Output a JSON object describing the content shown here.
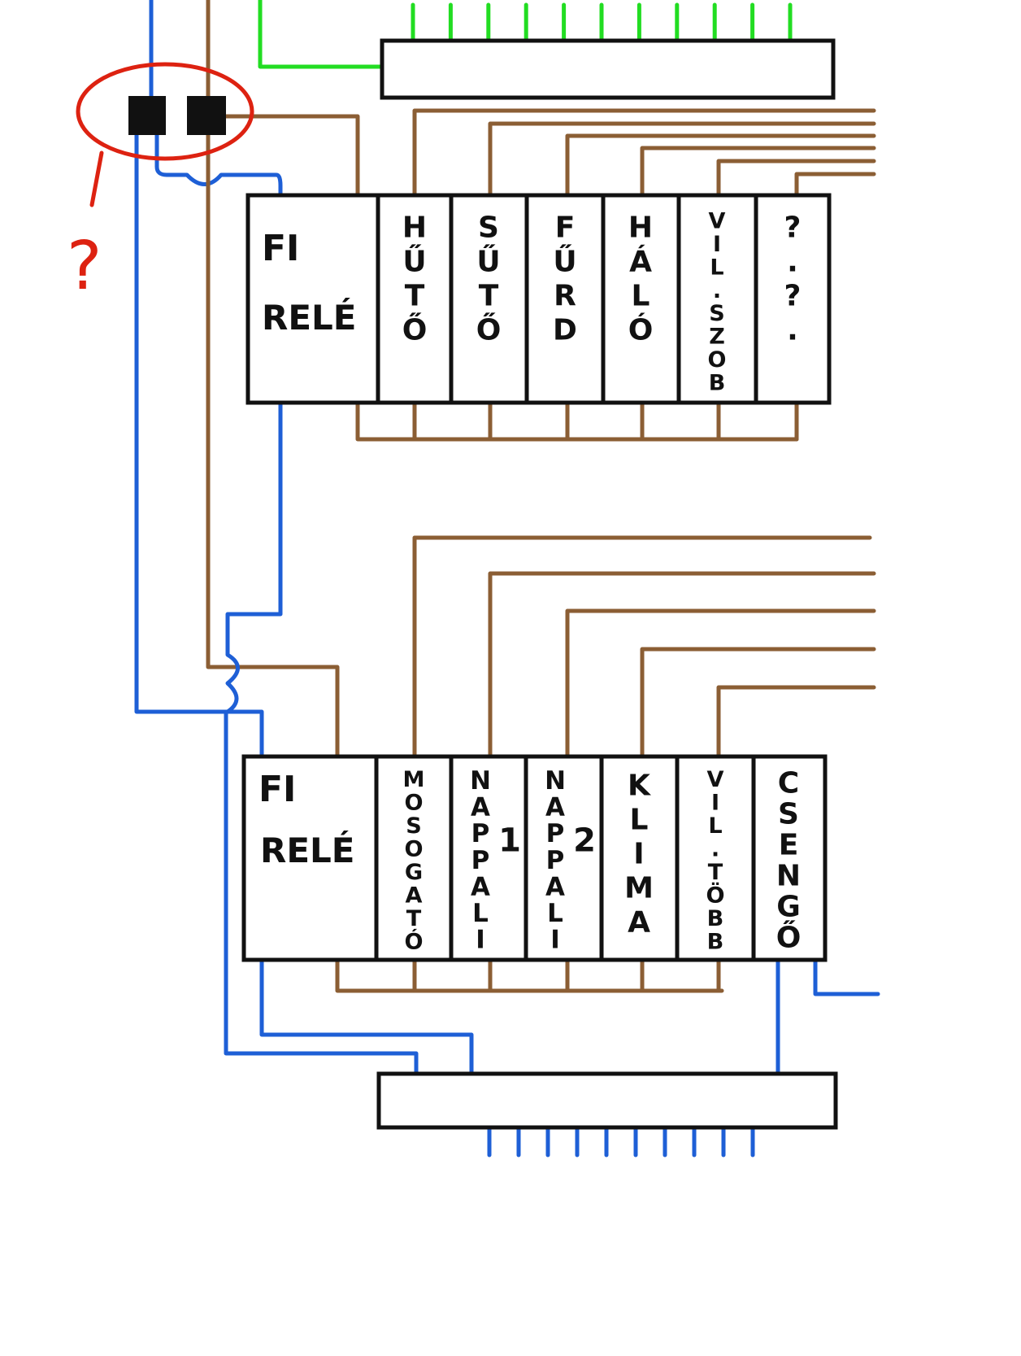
{
  "colors": {
    "phase": "#8b5e34",
    "neutral": "#1e5fd6",
    "earth": "#22dd22",
    "line": "#111111",
    "annotation": "#dd2211"
  },
  "annotation": {
    "mark": "?"
  },
  "panel_top": {
    "rcd": {
      "line1": "FI",
      "line2": "RELÉ"
    },
    "circuits": [
      "HŰTŐ",
      "SŰTŐ",
      "FŰRD",
      "HÁLÓ",
      "VIL.SZOB",
      "?.?."
    ]
  },
  "panel_bottom": {
    "rcd": {
      "line1": "FI",
      "line2": "RELÉ"
    },
    "circuits": [
      "MOSOGATÓ",
      "NAPPALI 1",
      "NAPPALI 2",
      "KLIMA",
      "VIL.TÖBB",
      "CSENGŐ"
    ]
  },
  "earth_bar": {
    "terminals": 11
  },
  "neutral_bar": {
    "terminals": 10
  }
}
